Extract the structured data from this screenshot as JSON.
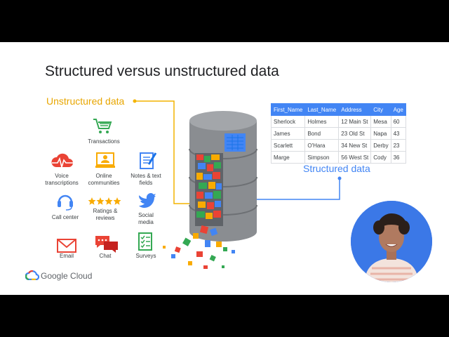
{
  "slide": {
    "title": "Structured versus unstructured data",
    "unstructured_label": "Unstructured data",
    "structured_label": "Structured data"
  },
  "icons": [
    {
      "label_1": "Transactions",
      "label_2": "",
      "icon": "shopping-cart-icon",
      "color": "#34a853"
    },
    {
      "label_1": "Voice",
      "label_2": "transcriptions",
      "icon": "voice-wave-icon",
      "color": "#ea4335"
    },
    {
      "label_1": "Online",
      "label_2": "communities",
      "icon": "online-community-icon",
      "color": "#f9ab00"
    },
    {
      "label_1": "Notes & text",
      "label_2": "fields",
      "icon": "notes-icon",
      "color": "#4285f4"
    },
    {
      "label_1": "Call center",
      "label_2": "",
      "icon": "headset-icon",
      "color": "#4285f4"
    },
    {
      "label_1": "Ratings &",
      "label_2": "reviews",
      "icon": "stars-icon",
      "color": "#f9ab00"
    },
    {
      "label_1": "Social",
      "label_2": "media",
      "icon": "bird-icon",
      "color": "#4285f4"
    },
    {
      "label_1": "Email",
      "label_2": "",
      "icon": "email-icon",
      "color": "#ea4335"
    },
    {
      "label_1": "Chat",
      "label_2": "",
      "icon": "chat-icon",
      "color": "#ea4335"
    },
    {
      "label_1": "Surveys",
      "label_2": "",
      "icon": "survey-icon",
      "color": "#34a853"
    }
  ],
  "table": {
    "headers": [
      "First_Name",
      "Last_Name",
      "Address",
      "City",
      "Age"
    ],
    "rows": [
      [
        "Sherlock",
        "Holmes",
        "12 Main St",
        "Mesa",
        "60"
      ],
      [
        "James",
        "Bond",
        "23 Old St",
        "Napa",
        "43"
      ],
      [
        "Scarlett",
        "O'Hara",
        "34 New St",
        "Derby",
        "23"
      ],
      [
        "Marge",
        "Simpson",
        "56 West St",
        "Cody",
        "36"
      ]
    ]
  },
  "brand": {
    "name": "Google Cloud"
  },
  "colors": {
    "accent_yellow": "#f4b400",
    "accent_blue": "#4285f4",
    "database_gray": "#8a8d91",
    "letterbox": "#000000"
  }
}
